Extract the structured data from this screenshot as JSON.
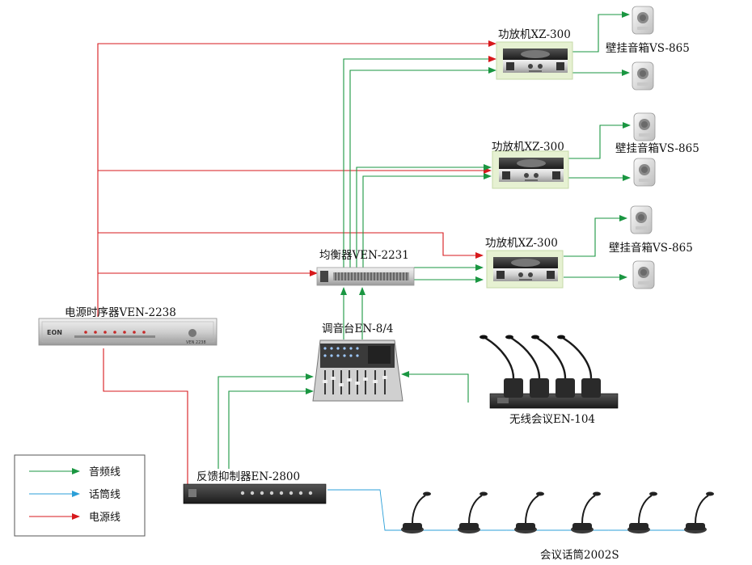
{
  "labels": {
    "amp1": "功放机XZ-300",
    "amp2": "功放机XZ-300",
    "amp3": "功放机XZ-300",
    "spk1": "壁挂音箱VS-865",
    "spk2": "壁挂音箱VS-865",
    "spk3": "壁挂音箱VS-865",
    "equalizer": "均衡器VEN-2231",
    "sequencer": "电源时序器VEN-2238",
    "mixer": "调音台EN-8/4",
    "wireless": "无线会议EN-104",
    "feedback": "反馈抑制器EN-2800",
    "mics": "会议话筒2002S"
  },
  "legend": {
    "items": [
      {
        "label": "音频线",
        "color": "#1a9641"
      },
      {
        "label": "话筒线",
        "color": "#2b9fd8"
      },
      {
        "label": "电源线",
        "color": "#d7191c"
      }
    ]
  },
  "device_text": {
    "seq_brand": "EON",
    "seq_model": "VEN 2238"
  },
  "colors": {
    "audio": "#1a9641",
    "mic": "#2b9fd8",
    "power": "#d7191c"
  }
}
